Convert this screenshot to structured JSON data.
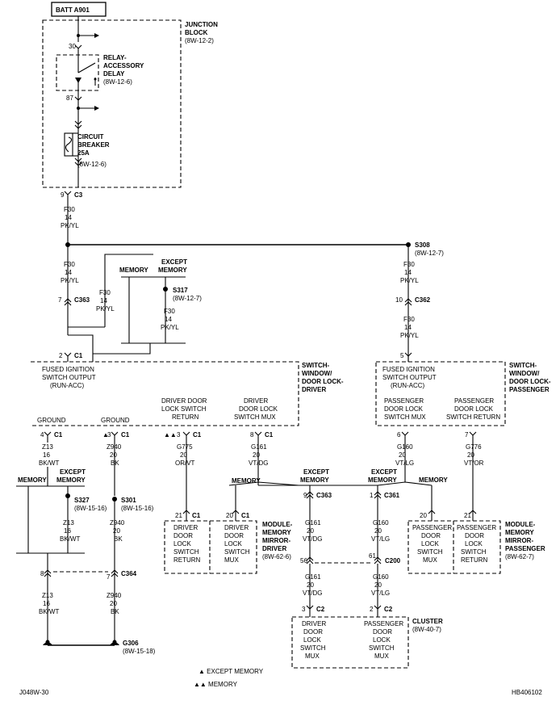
{
  "batt": "BATT A901",
  "junction": {
    "l1": "JUNCTION",
    "l2": "BLOCK",
    "l3": "(8W-12-2)"
  },
  "relay": {
    "l1": "RELAY-",
    "l2": "ACCESSORY",
    "l3": "DELAY",
    "l4": "(8W-12-6)"
  },
  "breaker": {
    "l1": "CIRCUIT",
    "l2": "BREAKER",
    "l3": "25A",
    "l4": "(8W-12-6)"
  },
  "pin30": "30",
  "pin87": "87",
  "c3": {
    "pin": "9",
    "name": "C3"
  },
  "f30": {
    "code": "F30",
    "gauge": "14",
    "color": "PK/YL"
  },
  "s308": {
    "name": "S308",
    "ref": "(8W-12-7)"
  },
  "s317": {
    "name": "S317",
    "ref": "(8W-12-7)"
  },
  "c363": {
    "pin": "7",
    "name": "C363"
  },
  "c362": {
    "pin": "10",
    "name": "C362"
  },
  "memory": "MEMORY",
  "except": {
    "l1": "EXCEPT",
    "l2": "MEMORY"
  },
  "sw_driver": {
    "c1": {
      "pin": "2",
      "name": "C1"
    },
    "out": {
      "l1": "FUSED IGNITION",
      "l2": "SWITCH OUTPUT",
      "l3": "(RUN-ACC)"
    },
    "title": {
      "l1": "SWITCH-",
      "l2": "WINDOW/",
      "l3": "DOOR LOCK-",
      "l4": "DRIVER"
    },
    "ground": "GROUND",
    "ret": {
      "l1": "DRIVER DOOR",
      "l2": "LOCK SWITCH",
      "l3": "RETURN"
    },
    "mux": {
      "l1": "DRIVER",
      "l2": "DOOR LOCK",
      "l3": "SWITCH MUX"
    }
  },
  "sw_pass": {
    "pin": "5",
    "out": {
      "l1": "FUSED IGNITION",
      "l2": "SWITCH OUTPUT",
      "l3": "(RUN-ACC)"
    },
    "title": {
      "l1": "SWITCH-",
      "l2": "WINDOW/",
      "l3": "DOOR LOCK-",
      "l4": "PASSENGER"
    },
    "mux": {
      "l1": "PASSENGER",
      "l2": "DOOR LOCK",
      "l3": "SWITCH MUX"
    },
    "ret": {
      "l1": "PASSENGER",
      "l2": "DOOR LOCK",
      "l3": "SWITCH RETURN"
    }
  },
  "pins": {
    "p4": "4",
    "p3": "3",
    "p3b": "3",
    "p8": "8",
    "p6": "6",
    "p7": "7",
    "c1": "C1"
  },
  "w_z13": {
    "code": "Z13",
    "gauge": "16",
    "color": "BK/WT"
  },
  "w_z940": {
    "code": "Z940",
    "gauge": "20",
    "color": "BK"
  },
  "w_g775": {
    "code": "G775",
    "gauge": "20",
    "color": "OR/VT"
  },
  "w_g161": {
    "code": "G161",
    "gauge": "20",
    "color": "VT/DG"
  },
  "w_g160": {
    "code": "G160",
    "gauge": "20",
    "color": "VT/LG"
  },
  "w_g776": {
    "code": "G776",
    "gauge": "20",
    "color": "VT/OR"
  },
  "s327": {
    "name": "S327",
    "ref": "(8W-15-16)"
  },
  "s301": {
    "name": "S301",
    "ref": "(8W-15-16)"
  },
  "c364": {
    "p8": "8",
    "p7": "7",
    "name": "C364"
  },
  "g306": {
    "name": "G306",
    "ref": "(8W-15-18)"
  },
  "c363b": {
    "pin": "9",
    "name": "C363"
  },
  "c361": {
    "pin": "1",
    "name": "C361"
  },
  "c200": {
    "p56": "56",
    "p61": "61",
    "name": "C200"
  },
  "mirror_drv": {
    "p21": "21",
    "p20": "20",
    "conn": "C1",
    "ret": {
      "l1": "DRIVER",
      "l2": "DOOR",
      "l3": "LOCK",
      "l4": "SWITCH",
      "l5": "RETURN"
    },
    "mux": {
      "l1": "DRIVER",
      "l2": "DOOR",
      "l3": "LOCK",
      "l4": "SWITCH",
      "l5": "MUX"
    },
    "title": {
      "l1": "MODULE-",
      "l2": "MEMORY",
      "l3": "MIRROR-",
      "l4": "DRIVER",
      "l5": "(8W-62-6)"
    }
  },
  "mirror_pass": {
    "p20": "20",
    "p21": "21",
    "mux": {
      "l1": "PASSENGER",
      "l2": "DOOR",
      "l3": "LOCK",
      "l4": "SWITCH",
      "l5": "MUX"
    },
    "ret": {
      "l1": "PASSENGER",
      "l2": "DOOR",
      "l3": "LOCK",
      "l4": "SWITCH",
      "l5": "RETURN"
    },
    "title": {
      "l1": "MODULE-",
      "l2": "MEMORY",
      "l3": "MIRROR-",
      "l4": "PASSENGER",
      "l5": "(8W-62-7)"
    }
  },
  "cluster": {
    "p3": "3",
    "p2": "2",
    "conn": "C2",
    "drv": {
      "l1": "DRIVER",
      "l2": "DOOR",
      "l3": "LOCK",
      "l4": "SWITCH",
      "l5": "MUX"
    },
    "pas": {
      "l1": "PASSENGER",
      "l2": "DOOR",
      "l3": "LOCK",
      "l4": "SWITCH",
      "l5": "MUX"
    },
    "title": {
      "l1": "CLUSTER",
      "l2": "(8W-40-7)"
    }
  },
  "legend": {
    "single": "▲ EXCEPT MEMORY",
    "double": "▲▲ MEMORY"
  },
  "tri1": "▲",
  "tri2": "▲▲",
  "footer": {
    "left": "J048W-30",
    "right": "HB406102"
  }
}
